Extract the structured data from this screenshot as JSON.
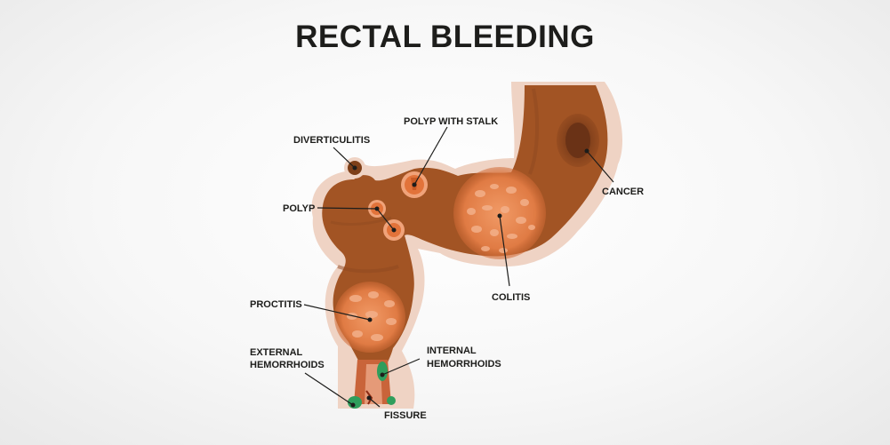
{
  "title": "RECTAL BLEEDING",
  "labels": {
    "diverticulitis": "DIVERTICULITIS",
    "polyp_with_stalk": "POLYP WITH STALK",
    "polyp": "POLYP",
    "cancer": "CANCER",
    "colitis": "COLITIS",
    "proctitis": "PROCTITIS",
    "external_line1": "EXTERNAL",
    "external_line2": "HEMORRHOIDS",
    "internal_line1": "INTERNAL",
    "internal_line2": "HEMORRHOIDS",
    "fissure": "FISSURE"
  },
  "colors": {
    "colon_outer": "#efd3c4",
    "colon_wall": "#a25424",
    "colon_dark": "#7e3f18",
    "inflamed": "#e98650",
    "polyp": "#e2733a",
    "cancer": "#6a3216",
    "hemorrhoid": "#2f9e5c",
    "text": "#1d1d1b"
  }
}
